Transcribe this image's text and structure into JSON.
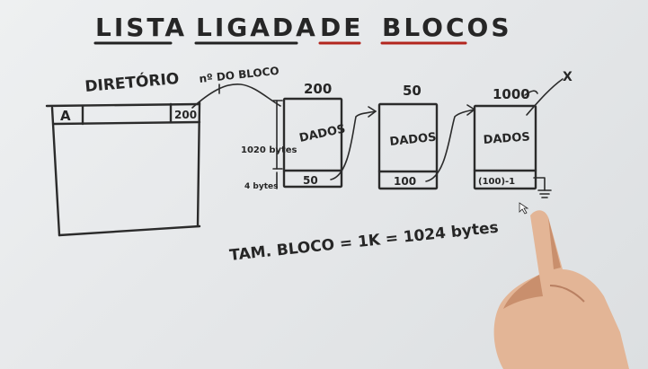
{
  "title": {
    "word1": "LISTA",
    "word2": "LIGADA",
    "word3": "DE",
    "word4": "BLOCOS"
  },
  "directory": {
    "label": "DIRETÓRIO",
    "entry_name": "A",
    "entry_pointer": "200",
    "pointer_label": "nº DO BLOCO"
  },
  "blocks": [
    {
      "address": "200",
      "content": "DADOS",
      "next": "50"
    },
    {
      "address": "50",
      "content": "DADOS",
      "next": "100"
    },
    {
      "address": "1000",
      "content": "DADOS",
      "next": "(100)-1"
    }
  ],
  "annotations": {
    "data_size": "1020 bytes",
    "pointer_size": "4 bytes",
    "end_mark": "X"
  },
  "formula": "TAM. BLOCO = 1K = 1024 bytes"
}
